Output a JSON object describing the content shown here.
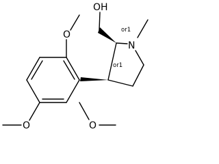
{
  "molecule": {
    "atoms": {
      "hydroxyl": "OH",
      "nitrogen": "N",
      "methoxy_top": "O",
      "methoxy_left": "O",
      "methoxy_bottom": "O"
    },
    "stereo": {
      "c2": "or1",
      "c3": "or1"
    }
  }
}
